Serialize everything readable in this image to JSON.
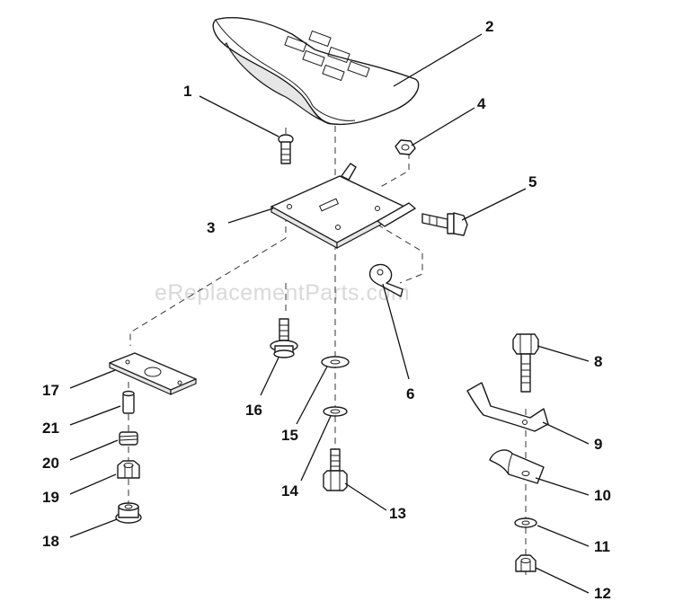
{
  "watermark": "eReplacementParts.com",
  "callouts": {
    "c1": "1",
    "c2": "2",
    "c3": "3",
    "c4": "4",
    "c5": "5",
    "c6": "6",
    "c8": "8",
    "c9": "9",
    "c10": "10",
    "c11": "11",
    "c12": "12",
    "c13": "13",
    "c14": "14",
    "c15": "15",
    "c16": "16",
    "c17": "17",
    "c18": "18",
    "c19": "19",
    "c20": "20",
    "c21": "21"
  }
}
